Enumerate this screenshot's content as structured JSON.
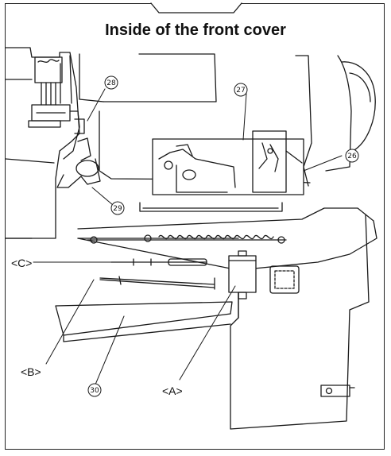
{
  "title": "Inside of the front cover",
  "callouts": {
    "n26": "26",
    "n27": "27",
    "n28": "28",
    "n29": "29",
    "n30": "30"
  },
  "labels": {
    "a": "<A>",
    "b": "<B>",
    "c": "<C>"
  }
}
